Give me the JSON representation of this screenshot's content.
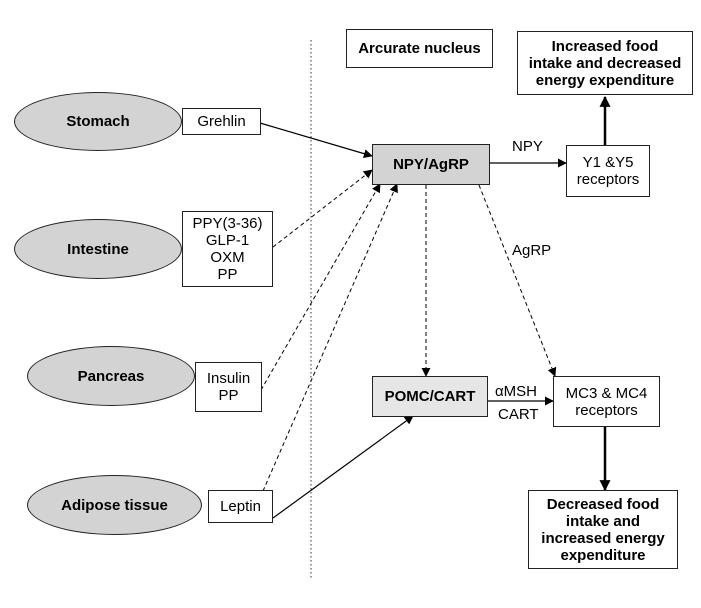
{
  "region_label": "Arcurate nucleus",
  "organs": {
    "stomach": "Stomach",
    "intestine": "Intestine",
    "pancreas": "Pancreas",
    "adipose": "Adipose tissue"
  },
  "signals": {
    "stomach": [
      "Grehlin"
    ],
    "intestine": [
      "PPY(3-36)",
      "GLP-1",
      "OXM",
      "PP"
    ],
    "pancreas": [
      "Insulin",
      "PP"
    ],
    "adipose": [
      "Leptin"
    ]
  },
  "neurons": {
    "npy_agrp": "NPY/AgRP",
    "pomc_cart": "POMC/CART"
  },
  "receptors": {
    "y1y5": [
      "Y1 &Y5",
      "receptors"
    ],
    "mc3mc4": [
      "MC3 & MC4",
      "receptors"
    ]
  },
  "outcomes": {
    "increased": [
      "Increased food",
      "intake and decreased",
      "energy expenditure"
    ],
    "decreased": [
      "Decreased food",
      "intake and",
      "increased energy",
      "expenditure"
    ]
  },
  "edge_labels": {
    "npy": "NPY",
    "agrp": "AgRP",
    "amsh": "αMSH",
    "cart": "CART"
  }
}
